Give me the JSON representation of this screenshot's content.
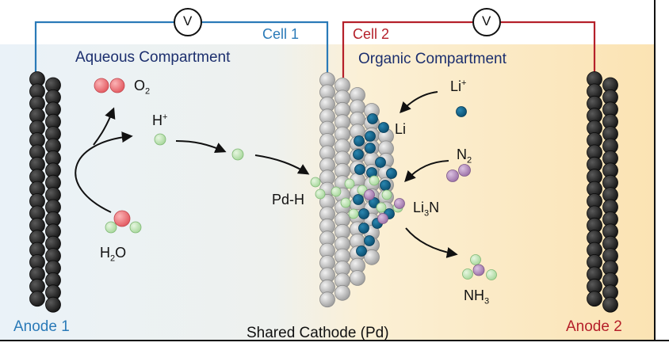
{
  "cells": {
    "cell1": {
      "label": "Cell 1",
      "meter": "V"
    },
    "cell2": {
      "label": "Cell 2",
      "meter": "V"
    }
  },
  "compartments": {
    "aqueous": "Aqueous Compartment",
    "organic": "Organic Compartment"
  },
  "electrodes": {
    "anode1": "Anode 1",
    "anode2": "Anode 2",
    "cathode": "Shared Cathode (Pd)"
  },
  "species": {
    "o2": {
      "base": "O",
      "sub": "2"
    },
    "h_plus": {
      "base": "H",
      "sup": "+"
    },
    "h2o": {
      "base": "H",
      "sub": "2",
      "tail": "O"
    },
    "pd_h": "Pd-H",
    "li_plus": {
      "base": "Li",
      "sup": "+"
    },
    "li": "Li",
    "n2": {
      "base": "N",
      "sub": "2"
    },
    "li3n": {
      "base": "Li",
      "sub": "3",
      "tail": "N"
    },
    "nh3": {
      "base": "NH",
      "sub": "3"
    }
  },
  "colors": {
    "aqueous_bg": "#eaf2f8",
    "organic_bg": "#fbe6bb",
    "cell1_wire": "#2a7ab8",
    "cell2_wire": "#b5202a",
    "anode": "#1f1f1f",
    "cathode": "#b9b9b9",
    "lithium": "#0b5f86",
    "hydrogen": "#bfe3b5",
    "oxygen": "#ee7d82",
    "nitrogen": "#b48cbe"
  }
}
